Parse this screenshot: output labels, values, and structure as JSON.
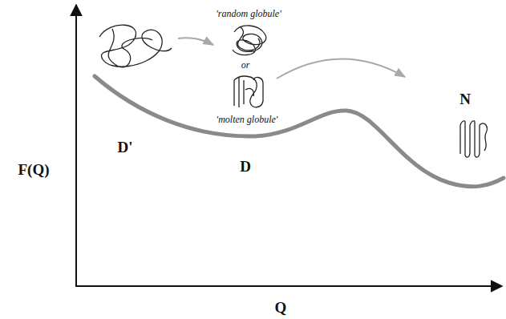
{
  "diagram": {
    "labels": [
      "'random globule'",
      "F(Q)",
      "D'",
      "or",
      "'molten globule'",
      "D",
      "N",
      "Q"
    ]
  }
}
